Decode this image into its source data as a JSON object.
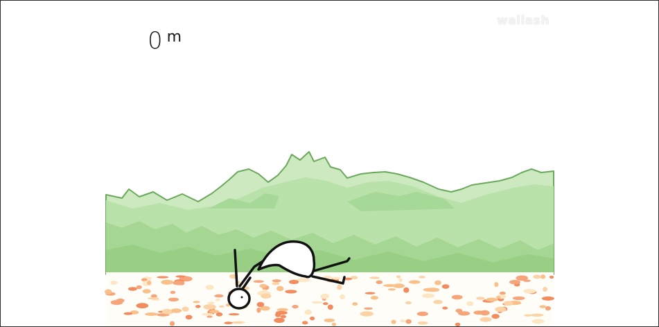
{
  "hud": {
    "distance_value": "0",
    "distance_unit": "m"
  },
  "watermark": {
    "text": "wallash"
  },
  "scene": {
    "bush_color": "#b5e0a8",
    "bush_outline": "#5a9a4e",
    "ground_colors": [
      "#f6a57a",
      "#fbd3a7",
      "#f28c5e",
      "#fde6c4",
      "#f9c08a"
    ],
    "character": "stick-runner-fallen"
  }
}
